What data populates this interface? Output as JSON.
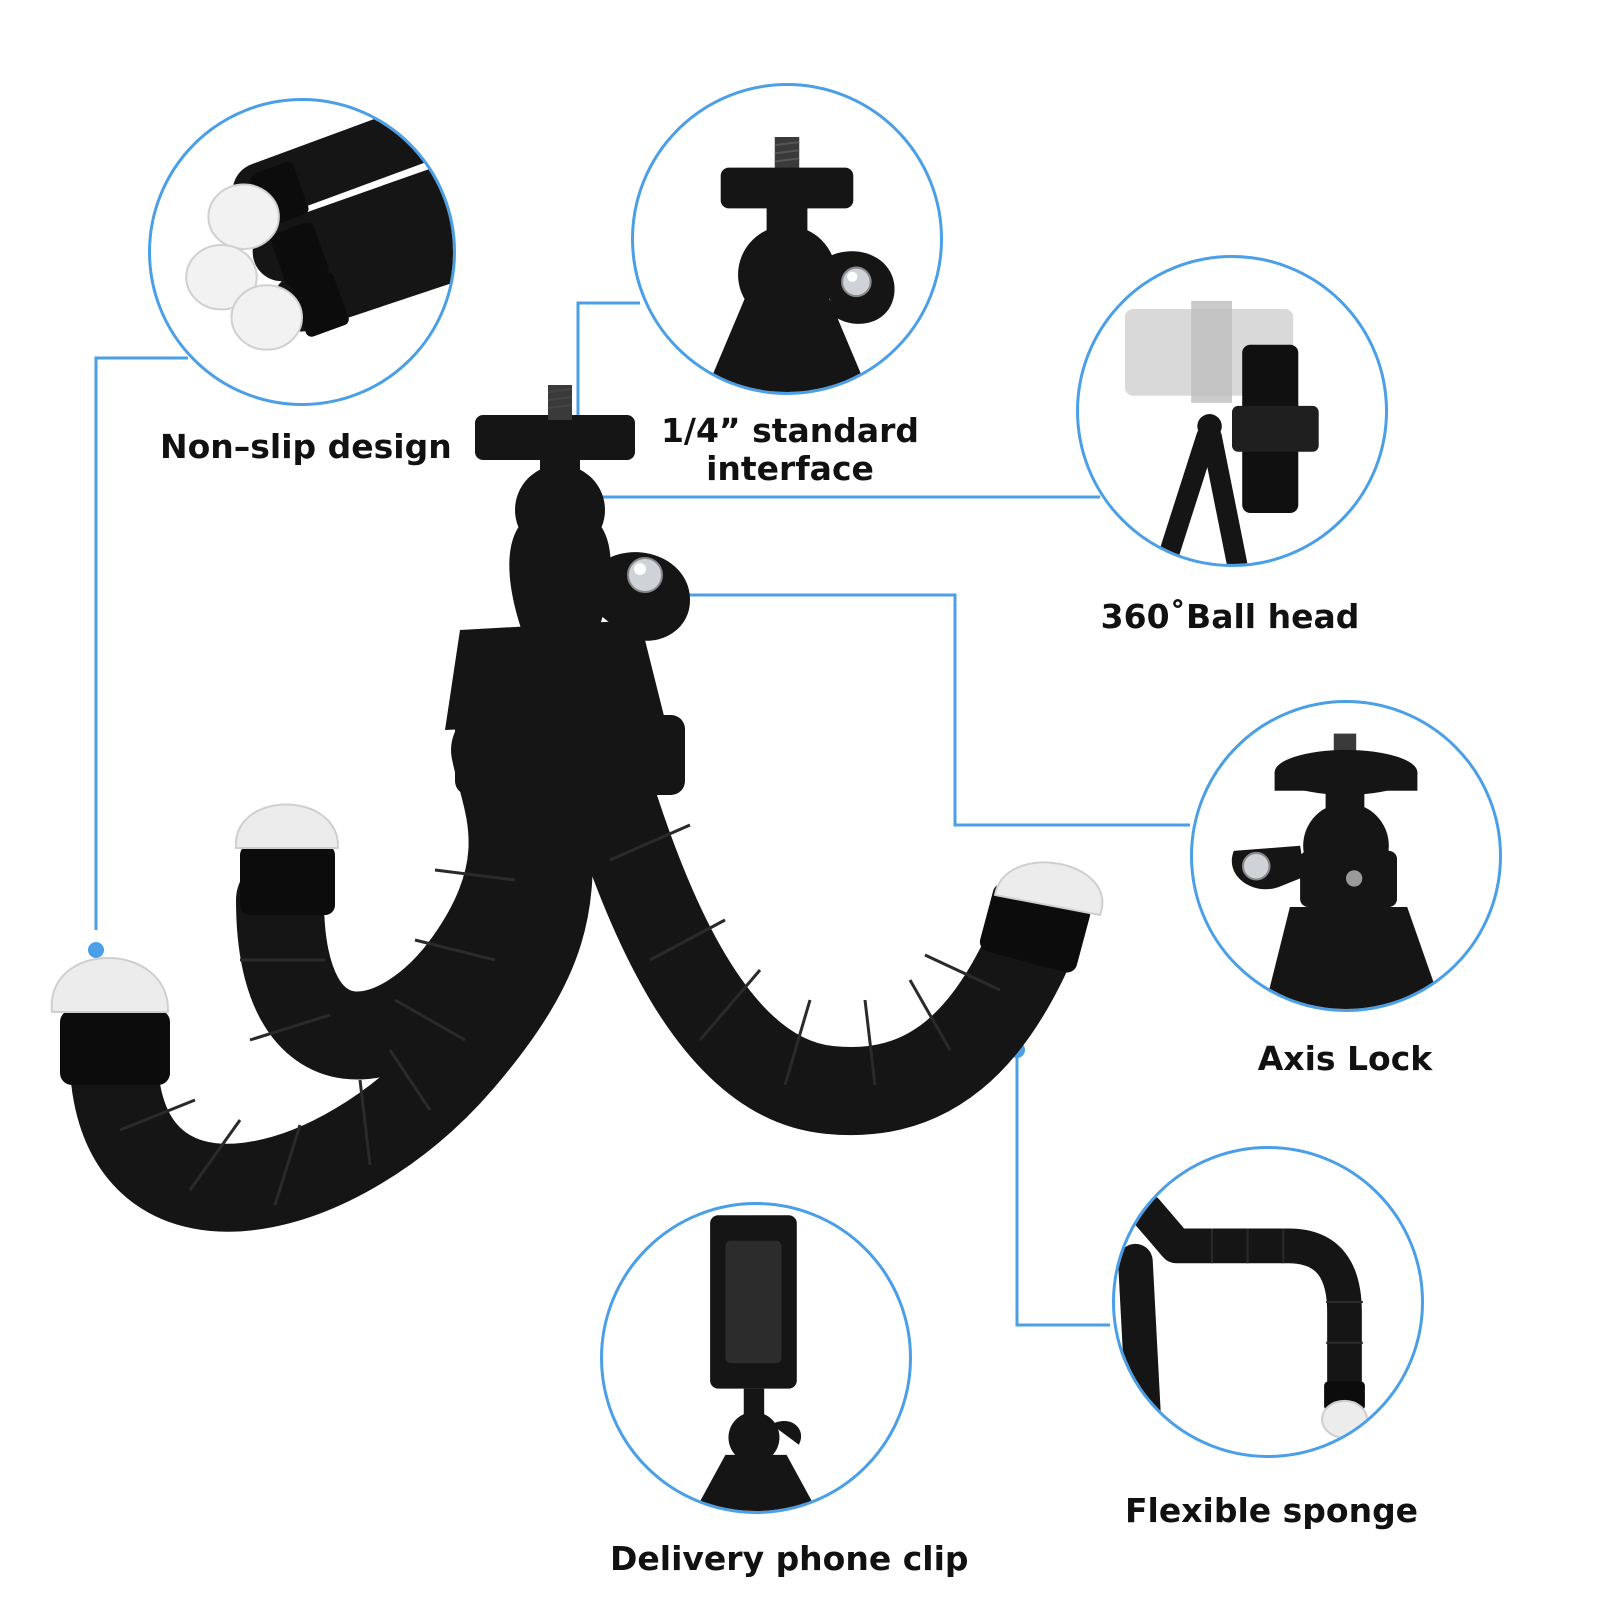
{
  "accent_color": "#4a9fe6",
  "product_color": "#151515",
  "foot_color": "#ececec",
  "features": [
    {
      "id": "non-slip",
      "label": "Non–slip design",
      "icon": "tripod-feet-icon"
    },
    {
      "id": "interface",
      "label_line1": "1/4” standard",
      "label_line2": "interface",
      "icon": "mount-screw-icon"
    },
    {
      "id": "ball-head",
      "label": "360˚Ball head",
      "icon": "phone-tripod-icon"
    },
    {
      "id": "axis-lock",
      "label": "Axis Lock",
      "icon": "axis-lock-icon"
    },
    {
      "id": "flexible",
      "label": "Flexible sponge",
      "icon": "bent-leg-icon"
    },
    {
      "id": "phone-clip",
      "label": "Delivery phone clip",
      "icon": "phone-clip-icon"
    }
  ]
}
